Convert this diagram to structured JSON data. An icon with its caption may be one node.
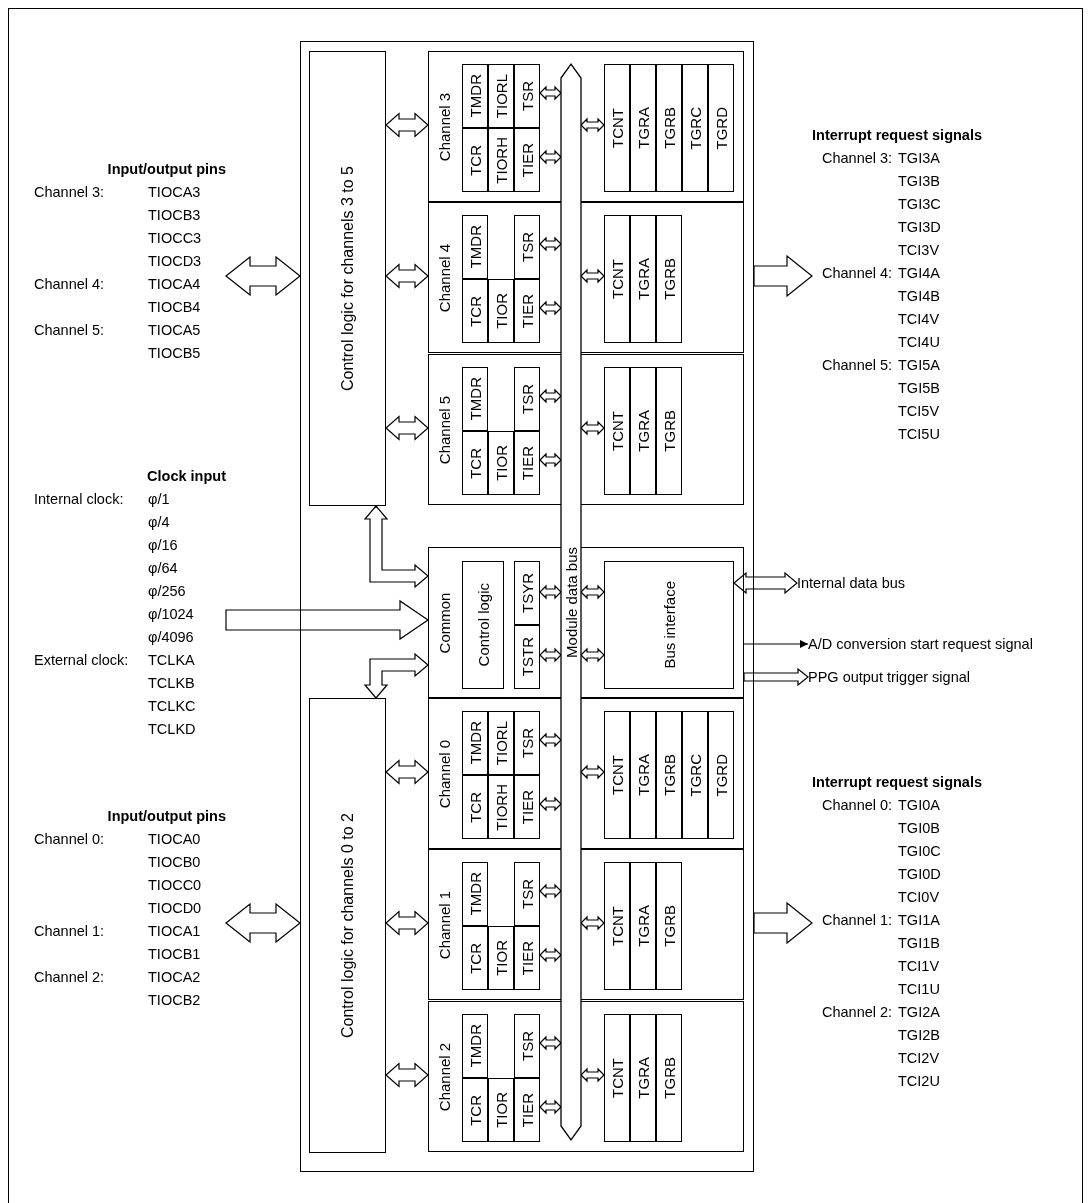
{
  "diagram": {
    "nodes": [
      {
        "text": [],
        "shape": "box"
      },
      {
        "text": [
          "Control logic for channels 3 to 5"
        ],
        "in": 0
      },
      {
        "text": [
          "Channel 3"
        ],
        "in": 0
      },
      {
        "text": [
          "TMDR"
        ],
        "in": 2
      },
      {
        "text": [
          "TIORL"
        ],
        "in": 2
      },
      {
        "text": [
          "TSR"
        ],
        "in": 2
      },
      {
        "text": [
          "TCR"
        ],
        "in": 2
      },
      {
        "text": [
          "TIORH"
        ],
        "in": 2
      },
      {
        "text": [
          "TIER"
        ],
        "in": 2
      },
      {
        "text": [
          "TCNT"
        ],
        "in": 2
      },
      {
        "text": [
          "TGRA"
        ],
        "in": 2
      },
      {
        "text": [
          "TGRB"
        ],
        "in": 2
      },
      {
        "text": [
          "TGRC"
        ],
        "in": 2
      },
      {
        "text": [
          "TGRD"
        ],
        "in": 2
      },
      {
        "text": [
          "Channel 4"
        ],
        "in": 0
      },
      {
        "text": [
          "TMDR"
        ],
        "in": 14
      },
      {
        "text": [
          "TSR"
        ],
        "in": 14
      },
      {
        "text": [
          "TCR"
        ],
        "in": 14
      },
      {
        "text": [
          "TIOR"
        ],
        "in": 14
      },
      {
        "text": [
          "TIER"
        ],
        "in": 14
      },
      {
        "text": [
          "TCNT"
        ],
        "in": 14
      },
      {
        "text": [
          "TGRA"
        ],
        "in": 14
      },
      {
        "text": [
          "TGRB"
        ],
        "in": 14
      },
      {
        "text": [
          "Channel 5"
        ],
        "in": 0
      },
      {
        "text": [
          "TMDR"
        ],
        "in": 23
      },
      {
        "text": [
          "TSR"
        ],
        "in": 23
      },
      {
        "text": [
          "TCR"
        ],
        "in": 23
      },
      {
        "text": [
          "TIOR"
        ],
        "in": 23
      },
      {
        "text": [
          "TIER"
        ],
        "in": 23
      },
      {
        "text": [
          "TCNT"
        ],
        "in": 23
      },
      {
        "text": [
          "TGRA"
        ],
        "in": 23
      },
      {
        "text": [
          "TGRB"
        ],
        "in": 23
      },
      {
        "text": [
          "Module data bus"
        ],
        "in": 0
      },
      {
        "text": [
          "Common"
        ],
        "in": 0
      },
      {
        "text": [
          "Control logic"
        ],
        "in": 33
      },
      {
        "text": [
          "TSYR"
        ],
        "in": 33
      },
      {
        "text": [
          "TSTR"
        ],
        "in": 33
      },
      {
        "text": [
          "Bus interface"
        ],
        "in": 33
      },
      {
        "text": [
          "Control logic for channels 0 to 2"
        ],
        "in": 0
      },
      {
        "text": [
          "Channel 0"
        ],
        "in": 0
      },
      {
        "text": [
          "TMDR"
        ],
        "in": 39
      },
      {
        "text": [
          "TIORL"
        ],
        "in": 39
      },
      {
        "text": [
          "TSR"
        ],
        "in": 39
      },
      {
        "text": [
          "TCR"
        ],
        "in": 39
      },
      {
        "text": [
          "TIORH"
        ],
        "in": 39
      },
      {
        "text": [
          "TIER"
        ],
        "in": 39
      },
      {
        "text": [
          "TCNT"
        ],
        "in": 39
      },
      {
        "text": [
          "TGRA"
        ],
        "in": 39
      },
      {
        "text": [
          "TGRB"
        ],
        "in": 39
      },
      {
        "text": [
          "TGRC"
        ],
        "in": 39
      },
      {
        "text": [
          "TGRD"
        ],
        "in": 39
      },
      {
        "text": [
          "Channel 1"
        ],
        "in": 0
      },
      {
        "text": [
          "TMDR"
        ],
        "in": 51
      },
      {
        "text": [
          "TSR"
        ],
        "in": 51
      },
      {
        "text": [
          "TCR"
        ],
        "in": 51
      },
      {
        "text": [
          "TIOR"
        ],
        "in": 51
      },
      {
        "text": [
          "TIER"
        ],
        "in": 51
      },
      {
        "text": [
          "TCNT"
        ],
        "in": 51
      },
      {
        "text": [
          "TGRA"
        ],
        "in": 51
      },
      {
        "text": [
          "TGRB"
        ],
        "in": 51
      },
      {
        "text": [
          "Channel 2"
        ],
        "in": 0
      },
      {
        "text": [
          "TMDR"
        ],
        "in": 60
      },
      {
        "text": [
          "TSR"
        ],
        "in": 60
      },
      {
        "text": [
          "TCR"
        ],
        "in": 60
      },
      {
        "text": [
          "TIOR"
        ],
        "in": 60
      },
      {
        "text": [
          "TIER"
        ],
        "in": 60
      },
      {
        "text": [
          "TCNT"
        ],
        "in": 60
      },
      {
        "text": [
          "TGRA"
        ],
        "in": 60
      },
      {
        "text": [
          "TGRB"
        ],
        "in": 60
      },
      {
        "text": [
          "Input/output pins",
          "Channel 3:",
          "TIOCA3",
          "TIOCB3",
          "TIOCC3",
          "TIOCD3",
          "Channel 4:",
          "TIOCA4",
          "TIOCB4",
          "Channel 5:",
          "TIOCA5",
          "TIOCB5"
        ]
      },
      {
        "text": [
          "Clock input",
          "Internal clock:",
          "φ/1",
          "φ/4",
          "φ/16",
          "φ/64",
          "φ/256",
          "φ/1024",
          "φ/4096",
          "External clock:",
          "TCLKA",
          "TCLKB",
          "TCLKC",
          "TCLKD"
        ]
      },
      {
        "text": [
          "Input/output pins",
          "Channel 0:",
          "TIOCA0",
          "TIOCB0",
          "TIOCC0",
          "TIOCD0",
          "Channel 1:",
          "TIOCA1",
          "TIOCB1",
          "Channel 2:",
          "TIOCA2",
          "TIOCB2"
        ]
      },
      {
        "text": [
          "Interrupt request signals",
          "Channel 3:",
          "TGI3A",
          "TGI3B",
          "TGI3C",
          "TGI3D",
          "TCI3V",
          "Channel 4:",
          "TGI4A",
          "TGI4B",
          "TCI4V",
          "TCI4U",
          "Channel 5:",
          "TGI5A",
          "TGI5B",
          "TCI5V",
          "TCI5U"
        ]
      },
      {
        "text": [
          "Interrupt request signals",
          "Channel 0:",
          "TGI0A",
          "TGI0B",
          "TGI0C",
          "TGI0D",
          "TCI0V",
          "Channel 1:",
          "TGI1A",
          "TGI1B",
          "TCI1V",
          "TCI1U",
          "Channel 2:",
          "TGI2A",
          "TGI2B",
          "TCI2V",
          "TCI2U"
        ]
      },
      {
        "text": [
          "Internal data bus"
        ]
      },
      {
        "text": [
          "A/D conversion start request signal"
        ]
      },
      {
        "text": [
          "PPG output trigger signal"
        ]
      }
    ],
    "edges": [
      {
        "from": 5,
        "to": 32,
        "arrow": "both"
      },
      {
        "from": 8,
        "to": 32,
        "arrow": "both"
      },
      {
        "from": 32,
        "to": 9,
        "arrow": "both"
      },
      {
        "from": 16,
        "to": 32,
        "arrow": "both"
      },
      {
        "from": 19,
        "to": 32,
        "arrow": "both"
      },
      {
        "from": 32,
        "to": 20,
        "arrow": "both"
      },
      {
        "from": 25,
        "to": 32,
        "arrow": "both"
      },
      {
        "from": 28,
        "to": 32,
        "arrow": "both"
      },
      {
        "from": 32,
        "to": 29,
        "arrow": "both"
      },
      {
        "from": 35,
        "to": 32,
        "arrow": "both"
      },
      {
        "from": 36,
        "to": 32,
        "arrow": "both"
      },
      {
        "from": 32,
        "to": 37,
        "arrow": "both"
      },
      {
        "from": 32,
        "to": 37,
        "arrow": "both"
      },
      {
        "from": 42,
        "to": 32,
        "arrow": "both"
      },
      {
        "from": 45,
        "to": 32,
        "arrow": "both"
      },
      {
        "from": 32,
        "to": 46,
        "arrow": "both"
      },
      {
        "from": 53,
        "to": 32,
        "arrow": "both"
      },
      {
        "from": 56,
        "to": 32,
        "arrow": "both"
      },
      {
        "from": 32,
        "to": 57,
        "arrow": "both"
      },
      {
        "from": 62,
        "to": 32,
        "arrow": "both"
      },
      {
        "from": 65,
        "to": 32,
        "arrow": "both"
      },
      {
        "from": 32,
        "to": 66,
        "arrow": "both"
      },
      {
        "from": 1,
        "to": 2,
        "arrow": "both"
      },
      {
        "from": 1,
        "to": 14,
        "arrow": "both"
      },
      {
        "from": 1,
        "to": 23,
        "arrow": "both"
      },
      {
        "from": 38,
        "to": 39,
        "arrow": "both"
      },
      {
        "from": 38,
        "to": 51,
        "arrow": "both"
      },
      {
        "from": 38,
        "to": 60,
        "arrow": "both"
      },
      {
        "from": 1,
        "to": 33,
        "arrow": "both"
      },
      {
        "from": 33,
        "to": 38,
        "arrow": "both"
      },
      {
        "from": 69,
        "to": 0,
        "arrow": "both"
      },
      {
        "from": 70,
        "to": 33,
        "arrow": "to"
      },
      {
        "from": 71,
        "to": 0,
        "arrow": "both"
      },
      {
        "from": 0,
        "to": 72,
        "arrow": "to"
      },
      {
        "from": 0,
        "to": 73,
        "arrow": "to"
      },
      {
        "from": 37,
        "to": 74,
        "arrow": "both"
      },
      {
        "from": 33,
        "to": 75,
        "arrow": "to"
      },
      {
        "from": 33,
        "to": 76,
        "arrow": "to"
      }
    ]
  }
}
